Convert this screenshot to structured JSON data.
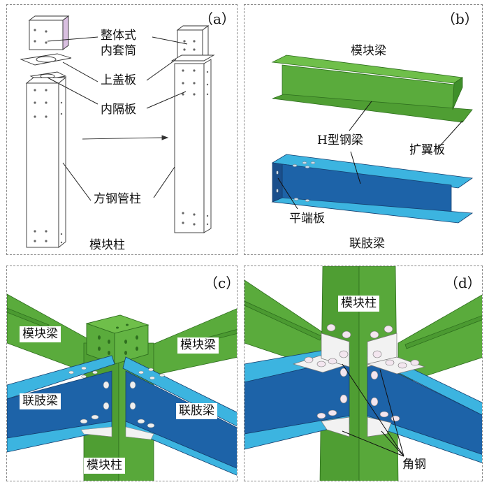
{
  "figure": {
    "colors": {
      "module_green": "#5aab3c",
      "module_green_dark": "#3f8f2a",
      "link_blue_light": "#3cb4e0",
      "link_blue_dark": "#1d63a8",
      "angle_steel": "#f2f2f2",
      "border_dash": "#8a8a8a"
    },
    "panels": {
      "a": {
        "tag": "（a）",
        "labels": {
          "inner_sleeve_1": "整体式",
          "inner_sleeve_2": "内套筒",
          "top_cover_plate": "上盖板",
          "inner_diaphragm": "内隔板",
          "square_tube_column": "方钢管柱",
          "caption": "模块柱"
        }
      },
      "b": {
        "tag": "（b）",
        "labels": {
          "module_beam": "模块梁",
          "h_beam": "H型钢梁",
          "extended_flange_plate": "扩翼板",
          "flat_end_plate": "平端板",
          "link_beam": "联肢梁"
        }
      },
      "c": {
        "tag": "（c）",
        "labels": {
          "module_beam_left": "模块梁",
          "module_beam_right": "模块梁",
          "link_beam_left": "联肢梁",
          "link_beam_right": "联肢梁",
          "module_column": "模块柱"
        }
      },
      "d": {
        "tag": "（d）",
        "labels": {
          "module_column": "模块柱",
          "angle_steel": "角钢"
        }
      }
    }
  }
}
